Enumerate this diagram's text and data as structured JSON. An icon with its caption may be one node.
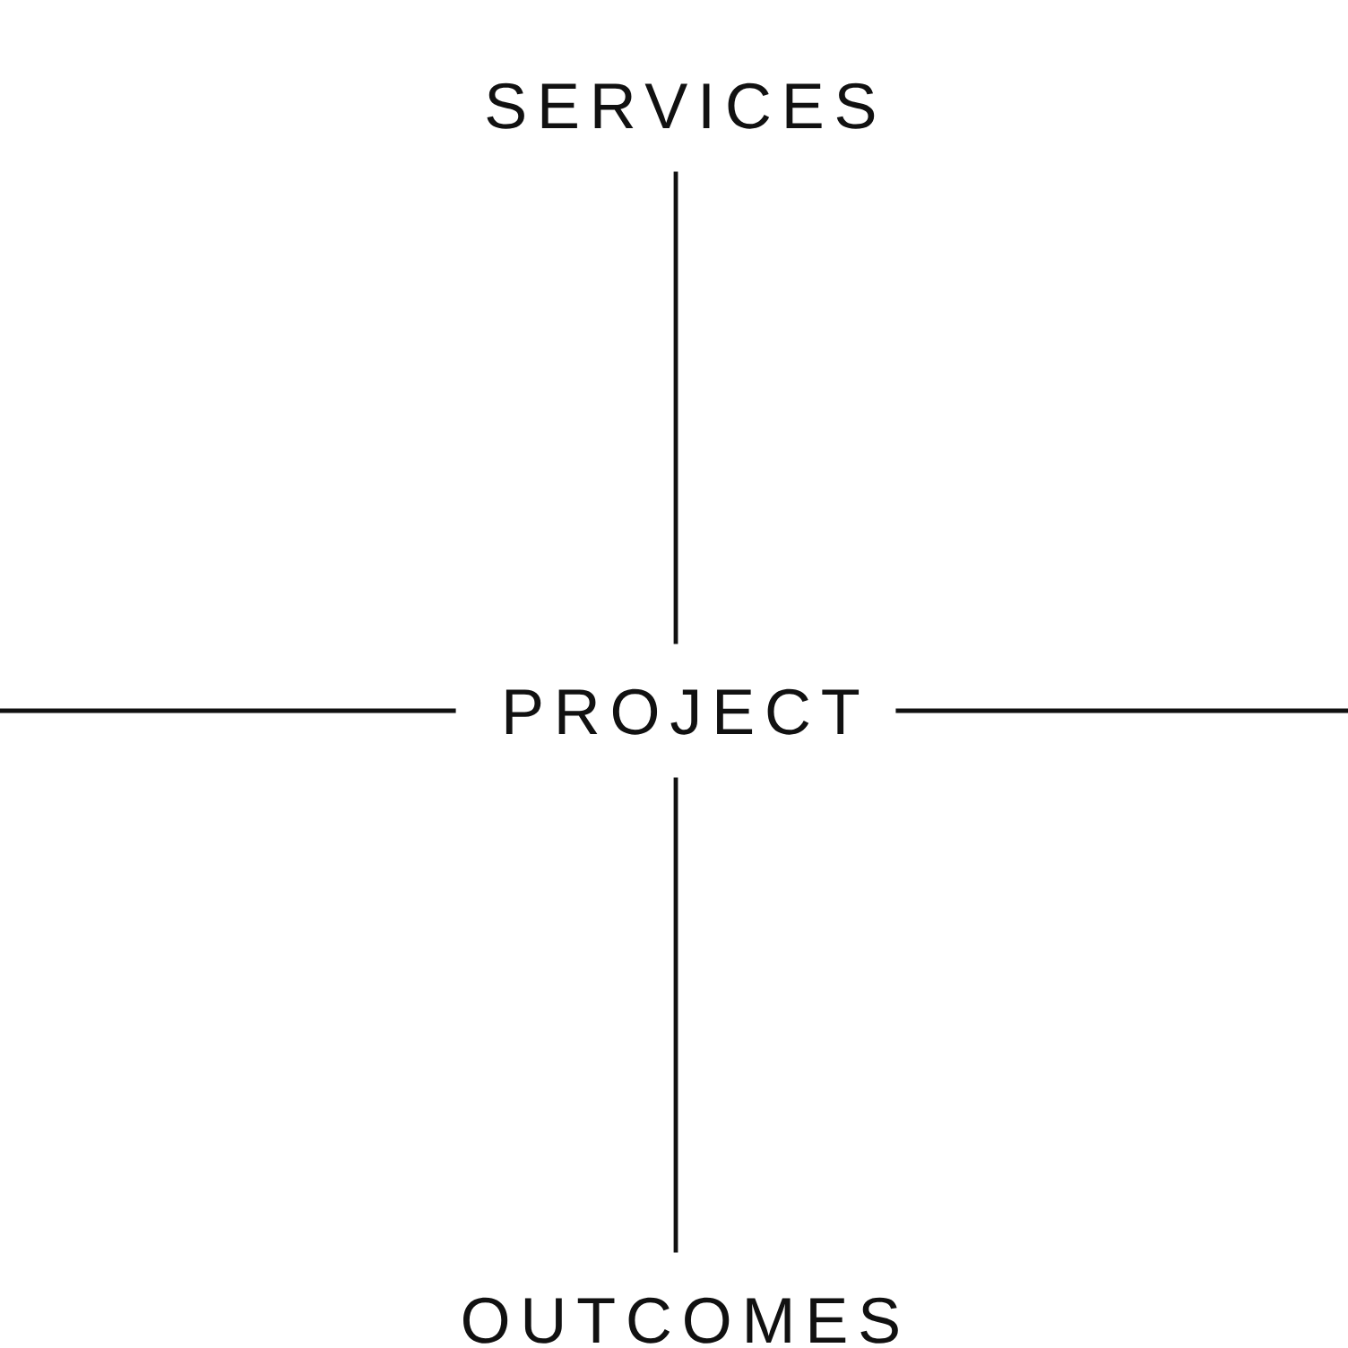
{
  "diagram": {
    "nodes": [
      {
        "text": [
          "SERVICES"
        ]
      },
      {
        "text": [
          "PROJECT"
        ]
      },
      {
        "text": [
          "OUTCOMES"
        ]
      }
    ],
    "edges": [
      {
        "from": 0,
        "to": 1,
        "arrow": "none"
      },
      {
        "from": 1,
        "to": 2,
        "arrow": "none"
      },
      {
        "from": null,
        "to": 1,
        "arrow": "none"
      },
      {
        "from": 1,
        "to": null,
        "arrow": "none"
      }
    ]
  }
}
